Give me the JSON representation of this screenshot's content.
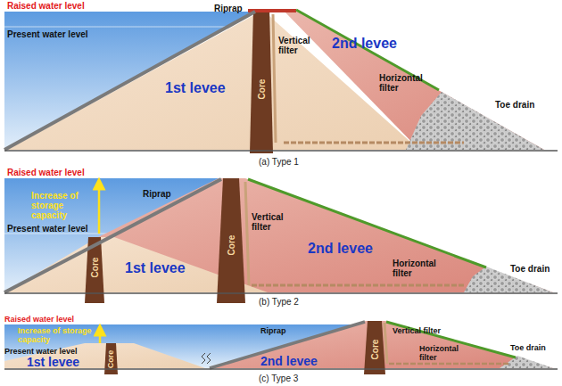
{
  "diagram": {
    "caption": "(c) Type 3",
    "labels": [
      "Raised water level",
      "Riprap",
      "Present water level",
      "2nd levee",
      "Vertical filter",
      "1st levee",
      "Core",
      "Horizontal filter",
      "Toe drain",
      "(a) Type 1",
      "Raised water level",
      "Increase of storage capacity",
      "Riprap",
      "Present water level",
      "Core",
      "Core",
      "Vertical filter",
      "2nd levee",
      "1st levee",
      "Horizontal filter",
      "Toe drain",
      "(b) Type 2",
      "Raised water level",
      "Increase of storage capacity",
      "Riprap",
      "Vertical filter",
      "Present water level",
      "1st levee",
      "Core",
      "2nd levee",
      "Core",
      "Horizontal filter",
      "Toe drain"
    ]
  }
}
